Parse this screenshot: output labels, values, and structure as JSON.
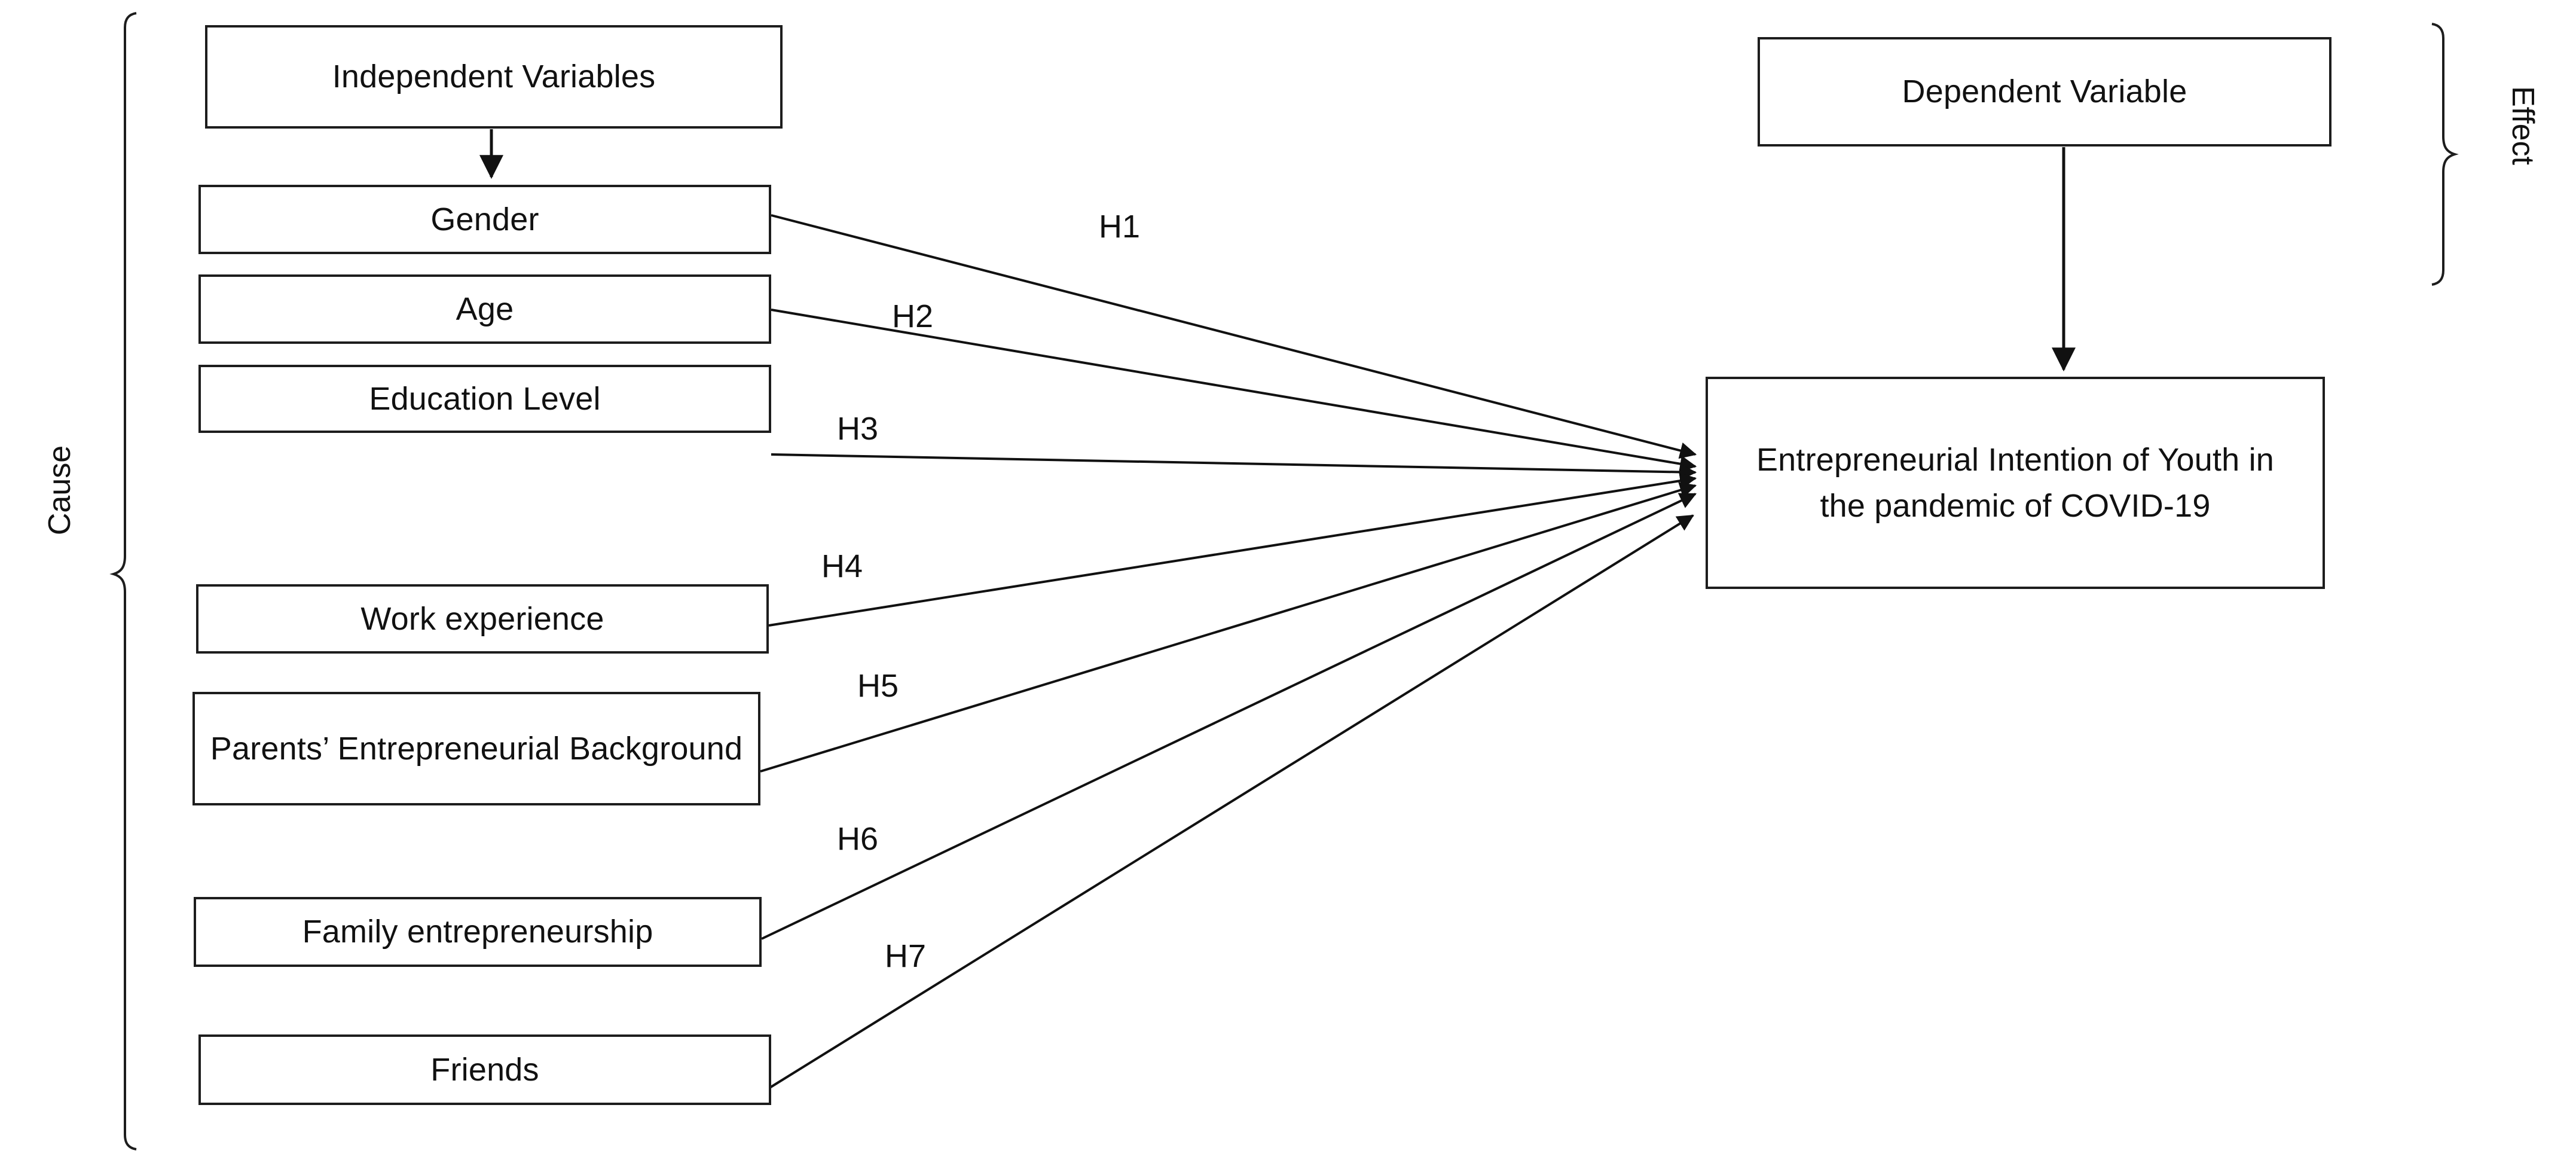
{
  "diagram": {
    "type": "conceptual-research-framework",
    "background_color": "#ffffff",
    "line_color": "#1d1d1d",
    "text_color": "#111111"
  },
  "brackets": {
    "left": {
      "label": "Cause"
    },
    "right": {
      "label": "Effect"
    }
  },
  "headers": {
    "independent": "Independent Variables",
    "dependent": "Dependent Variable"
  },
  "independent_variables": [
    {
      "id": "gender",
      "label": "Gender"
    },
    {
      "id": "age",
      "label": "Age"
    },
    {
      "id": "education",
      "label": "Education Level"
    },
    {
      "id": "work",
      "label": "Work experience"
    },
    {
      "id": "parents",
      "label": "Parents’ Entrepreneurial Background"
    },
    {
      "id": "family",
      "label": "Family entrepreneurship"
    },
    {
      "id": "friends",
      "label": "Friends"
    }
  ],
  "dependent_variable": {
    "id": "entrepreneurial-intention",
    "label": "Entrepreneurial Intention of Youth in the pandemic of COVID-19"
  },
  "hypotheses": [
    {
      "id": "h1",
      "label": "H1",
      "from": "gender",
      "to": "entrepreneurial-intention"
    },
    {
      "id": "h2",
      "label": "H2",
      "from": "age",
      "to": "entrepreneurial-intention"
    },
    {
      "id": "h3",
      "label": "H3",
      "from": "education",
      "to": "entrepreneurial-intention"
    },
    {
      "id": "h4",
      "label": "H4",
      "from": "work",
      "to": "entrepreneurial-intention"
    },
    {
      "id": "h5",
      "label": "H5",
      "from": "parents",
      "to": "entrepreneurial-intention"
    },
    {
      "id": "h6",
      "label": "H6",
      "from": "family",
      "to": "entrepreneurial-intention"
    },
    {
      "id": "h7",
      "label": "H7",
      "from": "friends",
      "to": "entrepreneurial-intention"
    }
  ]
}
